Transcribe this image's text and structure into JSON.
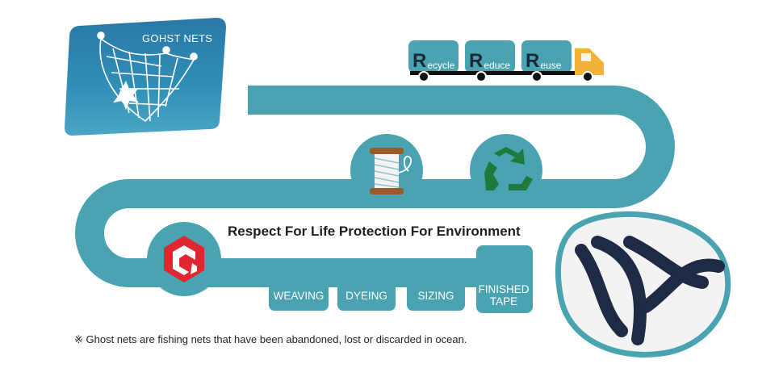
{
  "labels": {
    "ghost_nets": "GOHST NETS",
    "tagline": "Respect For Life Protection For Environment",
    "footnote": "※ Ghost nets are fishing nets that have been abandoned, lost or discarded in ocean."
  },
  "truck": [
    {
      "initial": "R",
      "rest": "ecycle"
    },
    {
      "initial": "R",
      "rest": "educe"
    },
    {
      "initial": "R",
      "rest": "euse"
    }
  ],
  "steps": [
    "WEAVING",
    "DYEING",
    "SIZING",
    "FINISHED TAPE"
  ],
  "colors": {
    "road": "#4aa3b1",
    "truck_body": "#4aa3b1",
    "truck_cab": "#f2b23a",
    "recycle_green": "#1e7a3c",
    "brand_red": "#e0262e",
    "ocean": "#1f7fa8",
    "tape": "#1f2a44"
  },
  "icons": [
    "ghost-net-icon",
    "thread-spool-icon",
    "recycle-icon",
    "brand-logo-icon",
    "truck-icon",
    "tape-photo"
  ]
}
